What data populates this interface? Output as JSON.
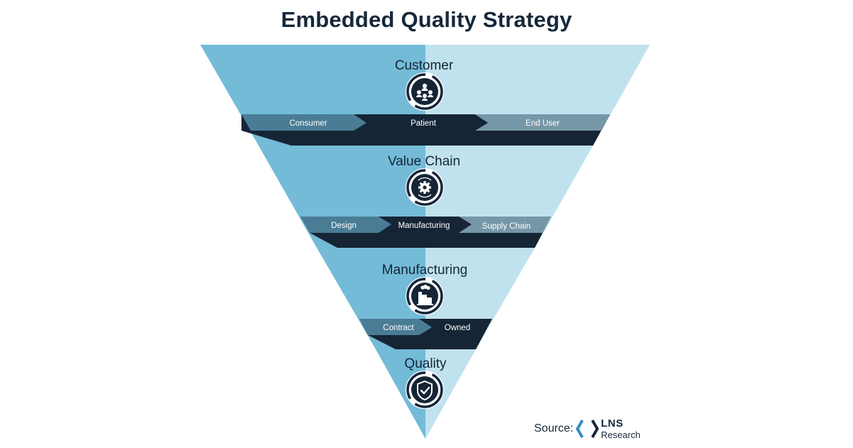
{
  "title": "Embedded Quality Strategy",
  "tiers": [
    {
      "label": "Customer",
      "icon": "people-icon",
      "segments": [
        "Consumer",
        "Patient",
        "End User"
      ]
    },
    {
      "label": "Value Chain",
      "icon": "gear-cycle-icon",
      "segments": [
        "Design",
        "Manufacturing",
        "Supply Chain"
      ]
    },
    {
      "label": "Manufacturing",
      "icon": "factory-icon",
      "segments": [
        "Contract",
        "Owned"
      ]
    },
    {
      "label": "Quality",
      "icon": "shield-check-icon",
      "segments": []
    }
  ],
  "source": {
    "label": "Source:",
    "logo_name": "LNS",
    "logo_sub": "Research"
  },
  "colors": {
    "funnel_left": "#74bbd8",
    "funnel_right": "#c0e2ef",
    "dark_navy": "#152536",
    "mid_steel": "#4a7c96",
    "light_steel": "#7697a8",
    "title": "#16283a",
    "logo_blue": "#2f8dc6"
  }
}
